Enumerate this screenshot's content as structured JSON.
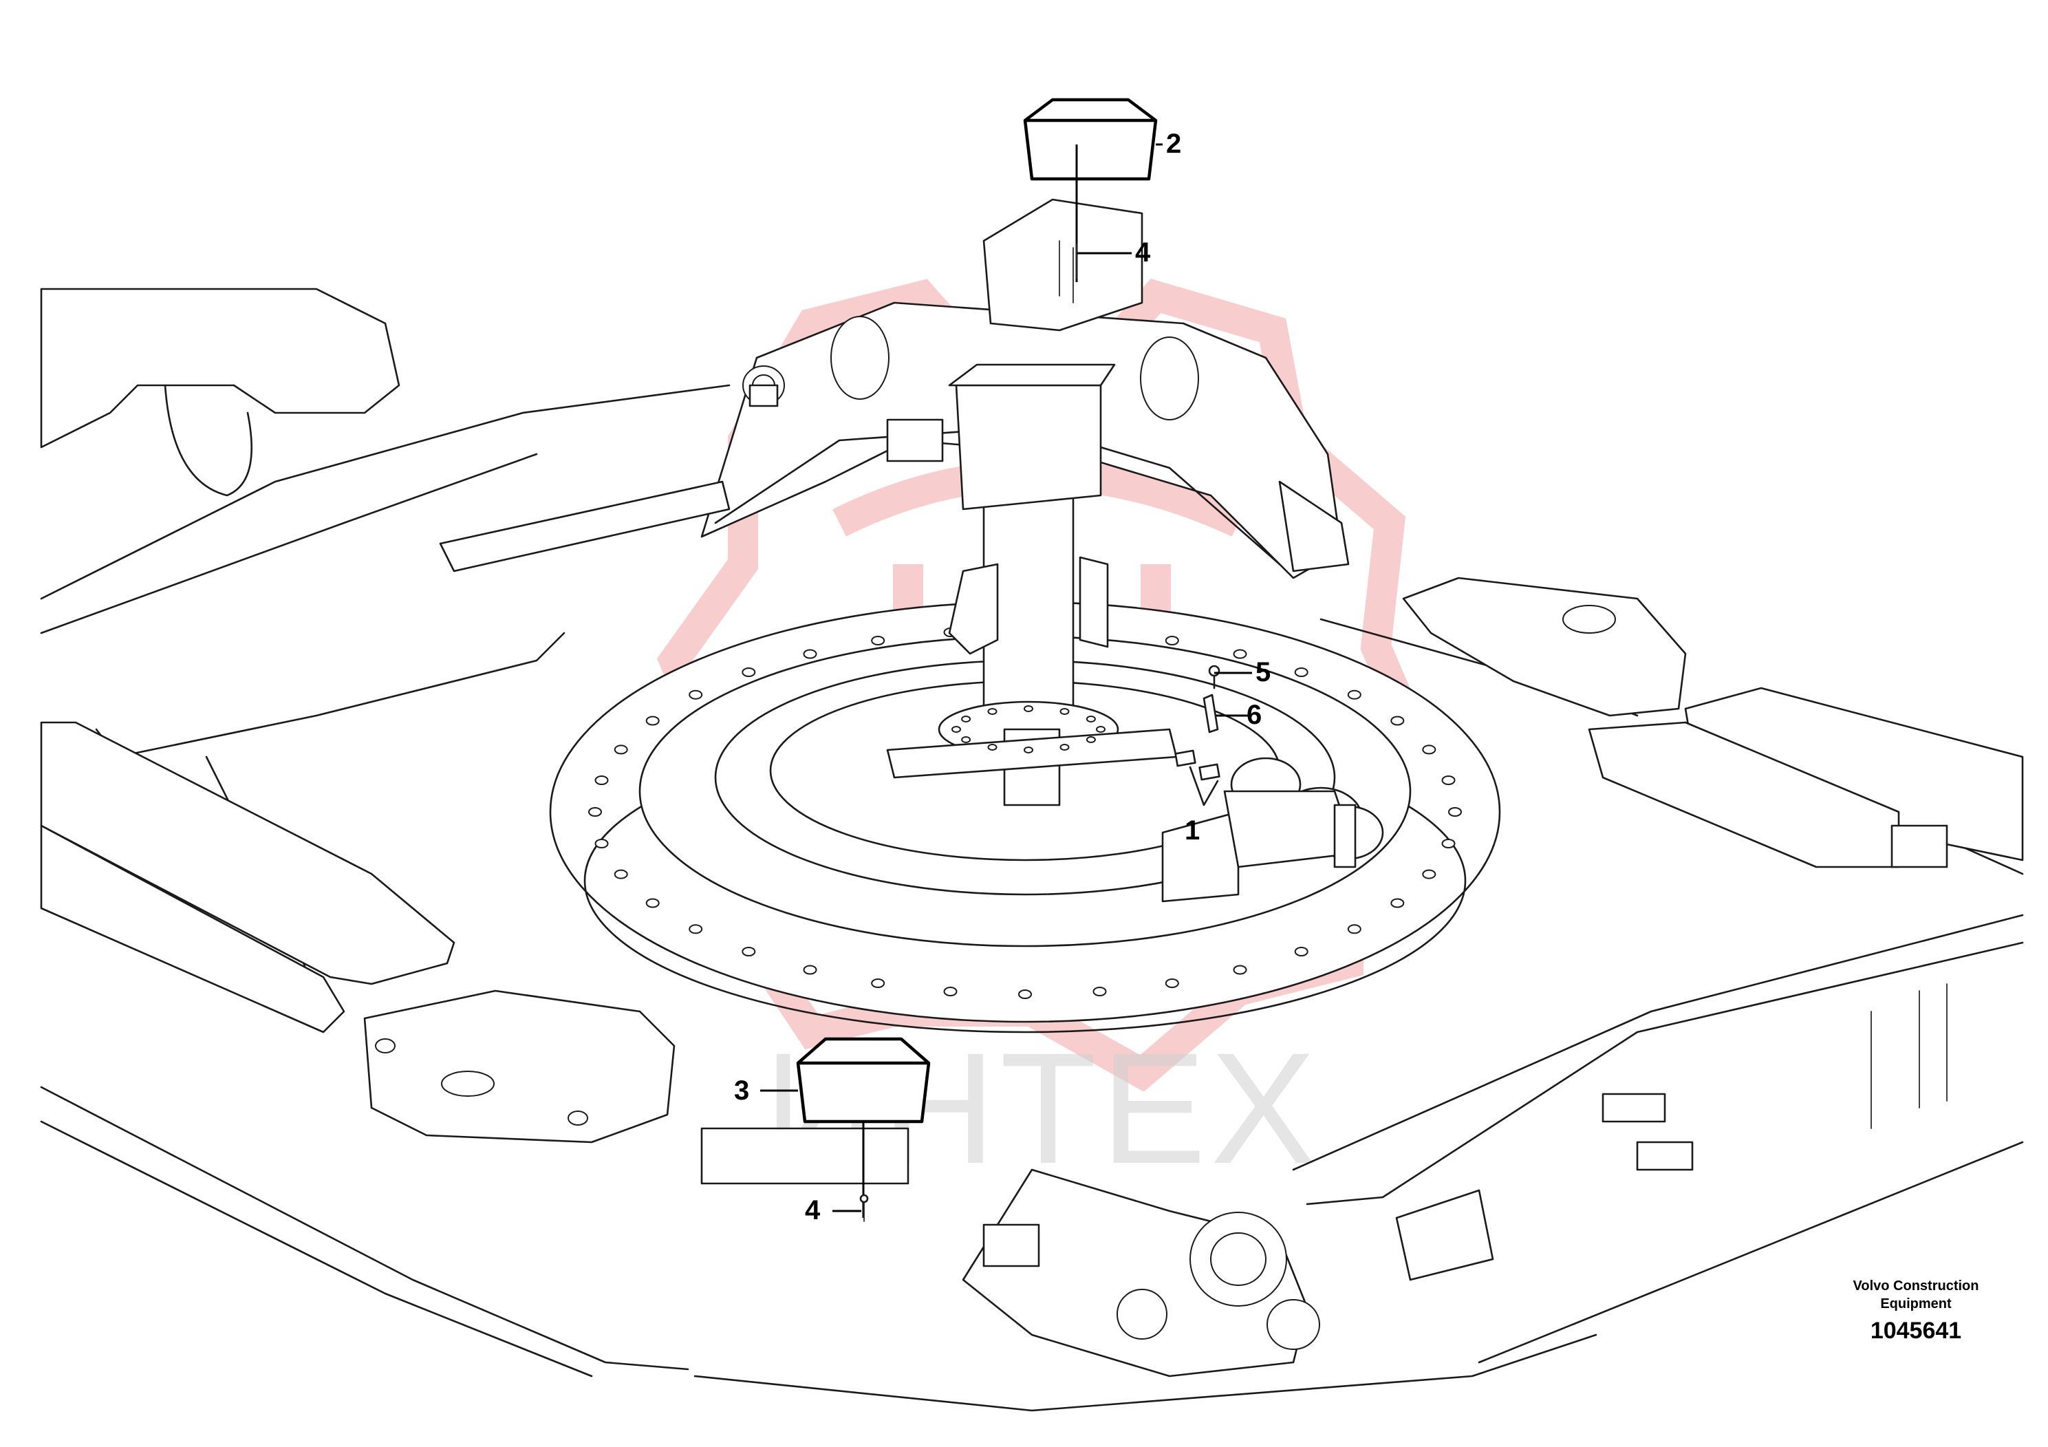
{
  "callouts": [
    {
      "label": "1"
    },
    {
      "label": "2"
    },
    {
      "label": "3"
    },
    {
      "label": "4"
    },
    {
      "label": "4"
    },
    {
      "label": "5"
    },
    {
      "label": "6"
    }
  ],
  "credit": {
    "line1": "Volvo Construction",
    "line2": "Equipment"
  },
  "drawing_number": "1045641",
  "watermark": {
    "text": "ИНТЕХ",
    "logo_color": "#f2a4a4",
    "text_color": "#d0d0d0"
  }
}
